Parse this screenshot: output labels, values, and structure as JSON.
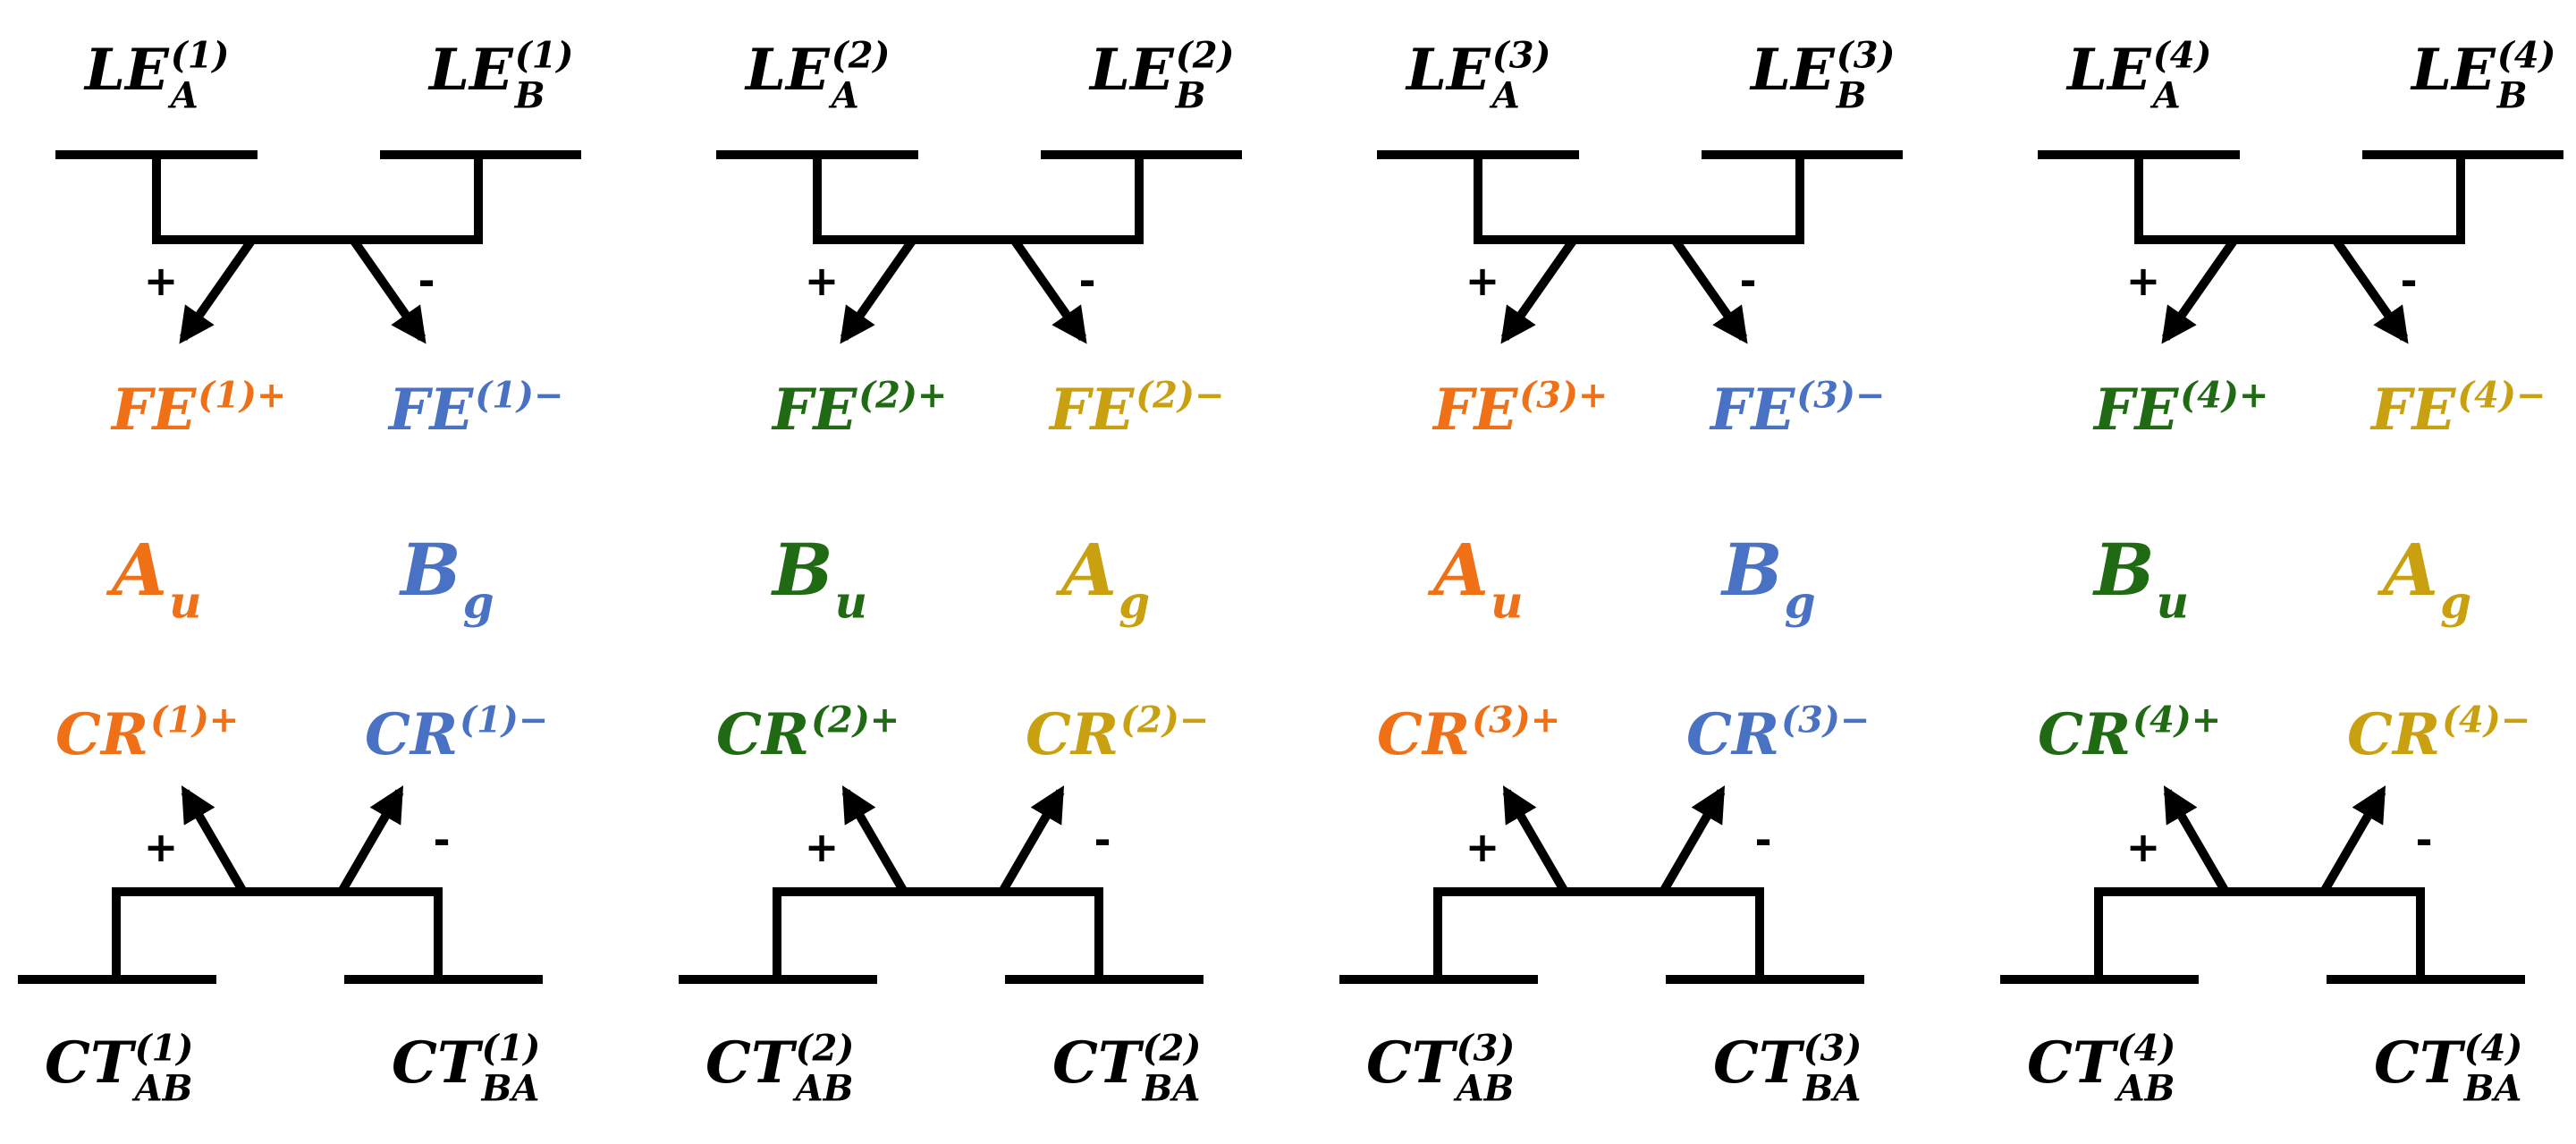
{
  "colors": {
    "line": "#000000",
    "orange": "#F07018",
    "blue": "#4A72C4",
    "green": "#1F6A12",
    "gold": "#C9A010"
  },
  "sign_plus": "+",
  "sign_minus": "-",
  "panels": [
    {
      "le_a": {
        "base": "LE",
        "sup": "(1)",
        "sub": "A"
      },
      "le_b": {
        "base": "LE",
        "sup": "(1)",
        "sub": "B"
      },
      "fe_plus": {
        "base": "FE",
        "sup": "(1)+",
        "color": "orange"
      },
      "fe_minus": {
        "base": "FE",
        "sup": "(1)−",
        "color": "blue"
      },
      "sym_left": {
        "base": "A",
        "sub": "u",
        "color": "orange"
      },
      "sym_right": {
        "base": "B",
        "sub": "g",
        "color": "blue"
      },
      "cr_plus": {
        "base": "CR",
        "sup": "(1)+",
        "color": "orange"
      },
      "cr_minus": {
        "base": "CR",
        "sup": "(1)−",
        "color": "blue"
      },
      "ct_ab": {
        "base": "CT",
        "sup": "(1)",
        "sub": "AB"
      },
      "ct_ba": {
        "base": "CT",
        "sup": "(1)",
        "sub": "BA"
      }
    },
    {
      "le_a": {
        "base": "LE",
        "sup": "(2)",
        "sub": "A"
      },
      "le_b": {
        "base": "LE",
        "sup": "(2)",
        "sub": "B"
      },
      "fe_plus": {
        "base": "FE",
        "sup": "(2)+",
        "color": "green"
      },
      "fe_minus": {
        "base": "FE",
        "sup": "(2)−",
        "color": "gold"
      },
      "sym_left": {
        "base": "B",
        "sub": "u",
        "color": "green"
      },
      "sym_right": {
        "base": "A",
        "sub": "g",
        "color": "gold"
      },
      "cr_plus": {
        "base": "CR",
        "sup": "(2)+",
        "color": "green"
      },
      "cr_minus": {
        "base": "CR",
        "sup": "(2)−",
        "color": "gold"
      },
      "ct_ab": {
        "base": "CT",
        "sup": "(2)",
        "sub": "AB"
      },
      "ct_ba": {
        "base": "CT",
        "sup": "(2)",
        "sub": "BA"
      }
    },
    {
      "le_a": {
        "base": "LE",
        "sup": "(3)",
        "sub": "A"
      },
      "le_b": {
        "base": "LE",
        "sup": "(3)",
        "sub": "B"
      },
      "fe_plus": {
        "base": "FE",
        "sup": "(3)+",
        "color": "orange"
      },
      "fe_minus": {
        "base": "FE",
        "sup": "(3)−",
        "color": "blue"
      },
      "sym_left": {
        "base": "A",
        "sub": "u",
        "color": "orange"
      },
      "sym_right": {
        "base": "B",
        "sub": "g",
        "color": "blue"
      },
      "cr_plus": {
        "base": "CR",
        "sup": "(3)+",
        "color": "orange"
      },
      "cr_minus": {
        "base": "CR",
        "sup": "(3)−",
        "color": "blue"
      },
      "ct_ab": {
        "base": "CT",
        "sup": "(3)",
        "sub": "AB"
      },
      "ct_ba": {
        "base": "CT",
        "sup": "(3)",
        "sub": "BA"
      }
    },
    {
      "le_a": {
        "base": "LE",
        "sup": "(4)",
        "sub": "A"
      },
      "le_b": {
        "base": "LE",
        "sup": "(4)",
        "sub": "B"
      },
      "fe_plus": {
        "base": "FE",
        "sup": "(4)+",
        "color": "green"
      },
      "fe_minus": {
        "base": "FE",
        "sup": "(4)−",
        "color": "gold"
      },
      "sym_left": {
        "base": "B",
        "sub": "u",
        "color": "green"
      },
      "sym_right": {
        "base": "A",
        "sub": "g",
        "color": "gold"
      },
      "cr_plus": {
        "base": "CR",
        "sup": "(4)+",
        "color": "green"
      },
      "cr_minus": {
        "base": "CR",
        "sup": "(4)−",
        "color": "gold"
      },
      "ct_ab": {
        "base": "CT",
        "sup": "(4)",
        "sub": "AB"
      },
      "ct_ba": {
        "base": "CT",
        "sup": "(4)",
        "sub": "BA"
      }
    }
  ]
}
